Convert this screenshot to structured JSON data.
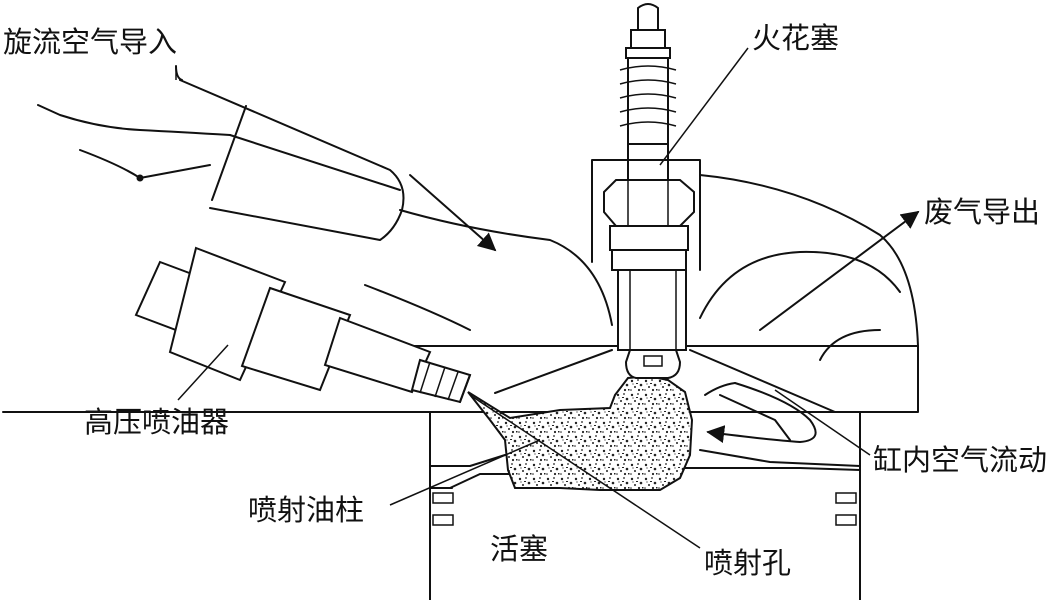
{
  "diagram": {
    "labels": {
      "swirl_intake": "旋流空气导入",
      "spark_plug": "火花塞",
      "exhaust_out": "废气导出",
      "injector": "高压喷油器",
      "in_cylinder_flow": "缸内空气流动",
      "spray_column": "喷射油柱",
      "piston": "活塞",
      "nozzle_hole": "喷射孔"
    },
    "colors": {
      "line": "#111111",
      "background": "#ffffff",
      "spray_speckle": "#222222"
    }
  }
}
